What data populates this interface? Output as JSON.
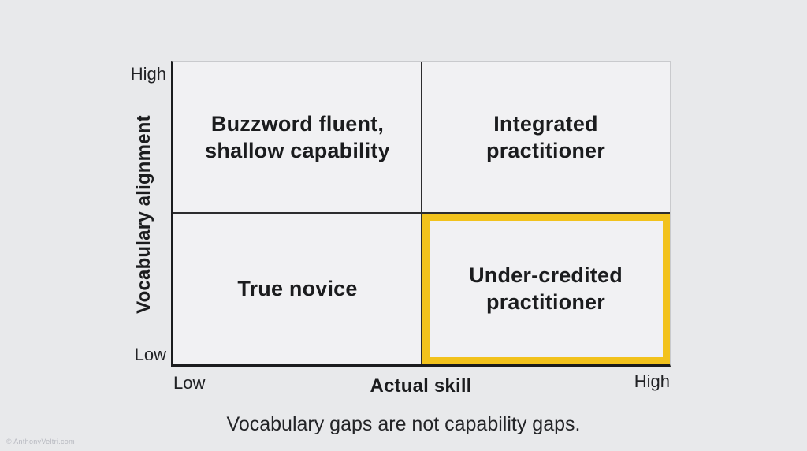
{
  "colors": {
    "background": "#e8e9eb",
    "quadrant_fill": "#f1f1f3",
    "axis": "#1b1c1e",
    "grid": "#2c2c2e",
    "border_light": "#c9cacd",
    "highlight": "#f2c21c",
    "text": "#1b1c1e",
    "watermark": "#b8bac1"
  },
  "chart_data": {
    "type": "table",
    "subtype": "quadrant-matrix-2x2",
    "title": "",
    "xlabel": "Actual skill",
    "ylabel": "Vocabulary alignment",
    "x_ticks": [
      "Low",
      "High"
    ],
    "y_ticks": [
      "Low",
      "High"
    ],
    "grid": "2x2",
    "legend_position": "none",
    "quadrants": [
      {
        "position": "top-left",
        "x": "Low",
        "y": "High",
        "label": "Buzzword fluent, shallow capability",
        "highlighted": false
      },
      {
        "position": "top-right",
        "x": "High",
        "y": "High",
        "label": "Integrated practitioner",
        "highlighted": false
      },
      {
        "position": "bottom-left",
        "x": "Low",
        "y": "Low",
        "label": "True novice",
        "highlighted": false
      },
      {
        "position": "bottom-right",
        "x": "High",
        "y": "Low",
        "label": "Under-credited practitioner",
        "highlighted": true,
        "highlight_color": "#f2c21c"
      }
    ],
    "caption": "Vocabulary gaps are not capability gaps."
  },
  "display": {
    "y_label": "Vocabulary alignment",
    "y_tick_high": "High",
    "y_tick_low": "Low",
    "x_tick_low": "Low",
    "x_tick_high": "High",
    "x_label": "Actual skill",
    "q_top_left": "Buzzword fluent,\nshallow capability",
    "q_top_right": "Integrated\npractitioner",
    "q_bottom_left": "True novice",
    "q_bottom_right": "Under-credited\npractitioner",
    "caption": "Vocabulary gaps are not capability gaps.",
    "watermark": "© AnthonyVeltri.com"
  }
}
